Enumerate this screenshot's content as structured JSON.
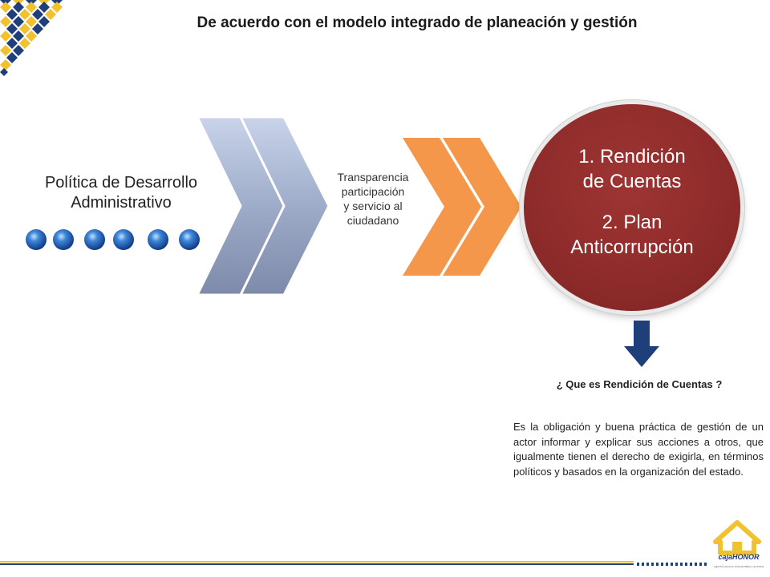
{
  "title": "De acuerdo con el modelo integrado de planeación y gestión",
  "policy": {
    "line1": "Política de Desarrollo",
    "line2": "Administrativo"
  },
  "transparency": {
    "line1": "Transparencia",
    "line2": "participación",
    "line3": "y servicio al",
    "line4": "ciudadano"
  },
  "circle": {
    "item1_line1": "1. Rendición",
    "item1_line2": "de Cuentas",
    "item2_line1": "2. Plan",
    "item2_line2": "Anticorrupción"
  },
  "question": "¿ Que es Rendición de Cuentas ?",
  "definition": "Es la obligación y buena práctica de gestión de un actor informar y explicar sus acciones a otros, que igualmente tienen el derecho de exigirla, en términos políticos y basados en la organización del estado.",
  "logo": {
    "brand_prefix": "caja",
    "brand_suffix": "HONOR",
    "subtitle": "Caja Promotora de Vivienda Militar y de Policía"
  },
  "colors": {
    "accent_red": "#8f2c2b",
    "chevron_grey": "#8e9cbd",
    "chevron_orange": "#f5974a",
    "arrow_blue": "#1f3f7a",
    "logo_yellow": "#f2c12e"
  }
}
